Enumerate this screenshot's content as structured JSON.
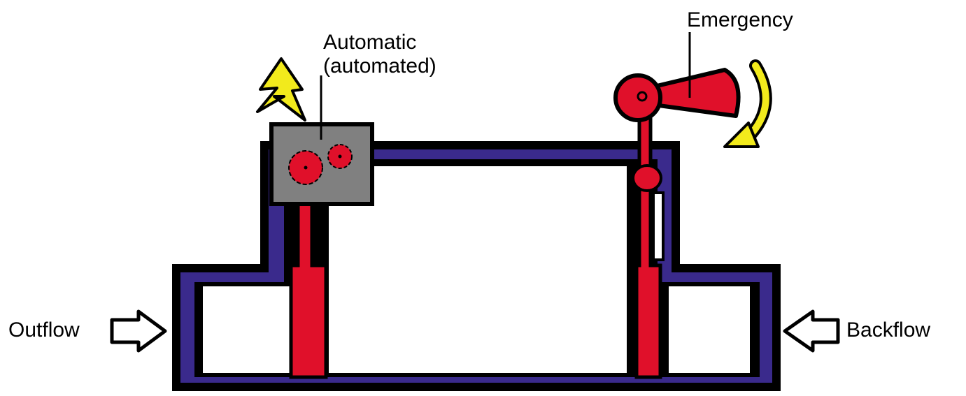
{
  "labels": {
    "automatic_line1": "Automatic",
    "automatic_line2": "(automated)",
    "emergency": "Emergency",
    "outflow": "Outflow",
    "backflow": "Backflow"
  },
  "colors": {
    "pipe_outline": "#000000",
    "pipe_fill": "#3a2a8c",
    "valve_red": "#e0102a",
    "actuator_box": "#808080",
    "lightning": "#f2ea1c",
    "rotation_arrow": "#f2ea1c",
    "flow_arrow_fill": "#ffffff"
  },
  "icons": {
    "lightning": "lightning-bolt-icon",
    "gears": "gear-icon",
    "lever": "lever-handle-icon",
    "rotation": "curved-arrow-icon",
    "outflow_arrow": "arrow-right-icon",
    "backflow_arrow": "arrow-left-icon"
  }
}
